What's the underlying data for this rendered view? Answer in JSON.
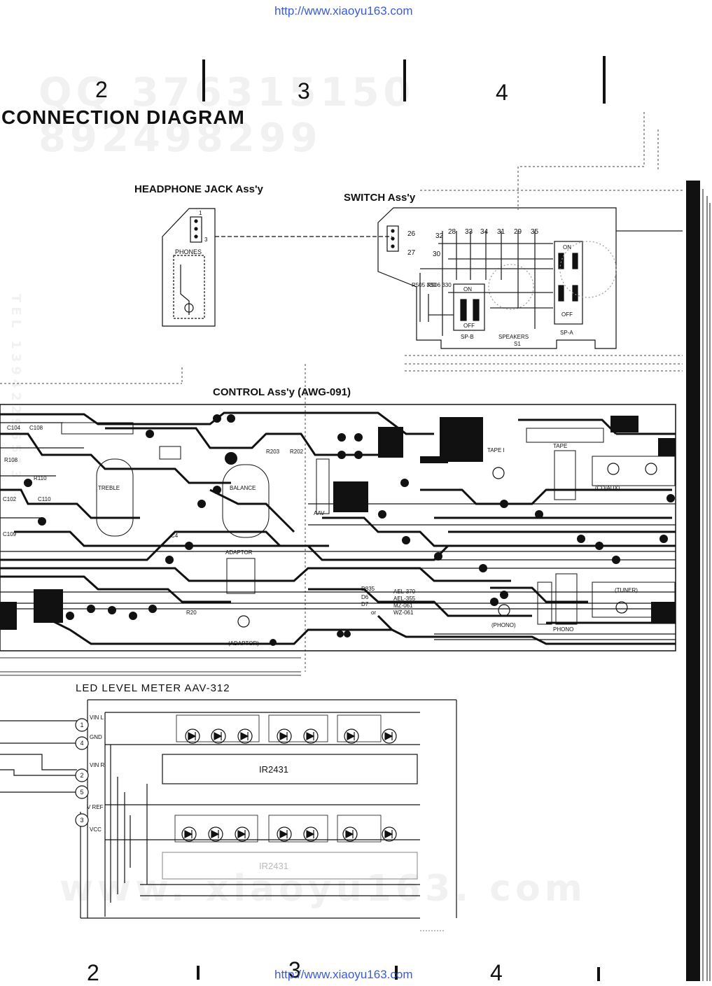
{
  "header": {
    "url_top": "http://www.xiaoyu163.com",
    "url_bottom": "http://www.xiaoyu163.com",
    "columns_top": [
      "2",
      "3",
      "4"
    ],
    "columns_bottom": [
      "2",
      "3",
      "4"
    ],
    "title": "CONNECTION DIAGRAM"
  },
  "watermarks": {
    "qq": "QQ 376315150  892498299",
    "site": "www. xiaoyu163. com",
    "tel": "TEL 13942296513"
  },
  "assemblies": {
    "headphone": {
      "title": "HEADPHONE  JACK Ass'y",
      "label": "PHONES",
      "pins": [
        "1",
        "3"
      ]
    },
    "switch": {
      "title": "SWITCH Ass'y",
      "pins": [
        "26",
        "32",
        "28",
        "33",
        "34",
        "31",
        "29",
        "35",
        "27",
        "30"
      ],
      "resistors": [
        "R505 330",
        "R506 330"
      ],
      "labels": [
        "ON",
        "OFF",
        "SP-B",
        "SPEAKERS",
        "S1",
        "ON",
        "OFF",
        "SP-A"
      ]
    },
    "control": {
      "title": "CONTROL Ass'y (AWG-091)",
      "labels": [
        "TREBLE",
        "BALANCE",
        "ADAPTOR",
        "(ADAPTOR)",
        "TAPE",
        "TAPE I",
        "(CD/AUX)",
        "(TUNER)",
        "PHONO",
        "(PHONO)",
        "AAV",
        "C104",
        "C108",
        "R108",
        "C110",
        "R110",
        "C109",
        "C102",
        "R202",
        "R203",
        "C4",
        "R20",
        "D835",
        "D6",
        "D7",
        "AEL-370",
        "AEL-355",
        "MZ-061",
        "WZ-061",
        "or"
      ]
    },
    "led_meter": {
      "title": "LED  LEVEL METER  AAV-312",
      "ic_label": "IR2431",
      "ic_label_faint": "IR2431",
      "pins": [
        {
          "num": "1",
          "name": "VIN L"
        },
        {
          "num": "4",
          "name": "GND"
        },
        {
          "num": "2",
          "name": "VIN R"
        },
        {
          "num": "5",
          "name": "V REF"
        },
        {
          "num": "3",
          "name": "VCC"
        }
      ]
    }
  }
}
